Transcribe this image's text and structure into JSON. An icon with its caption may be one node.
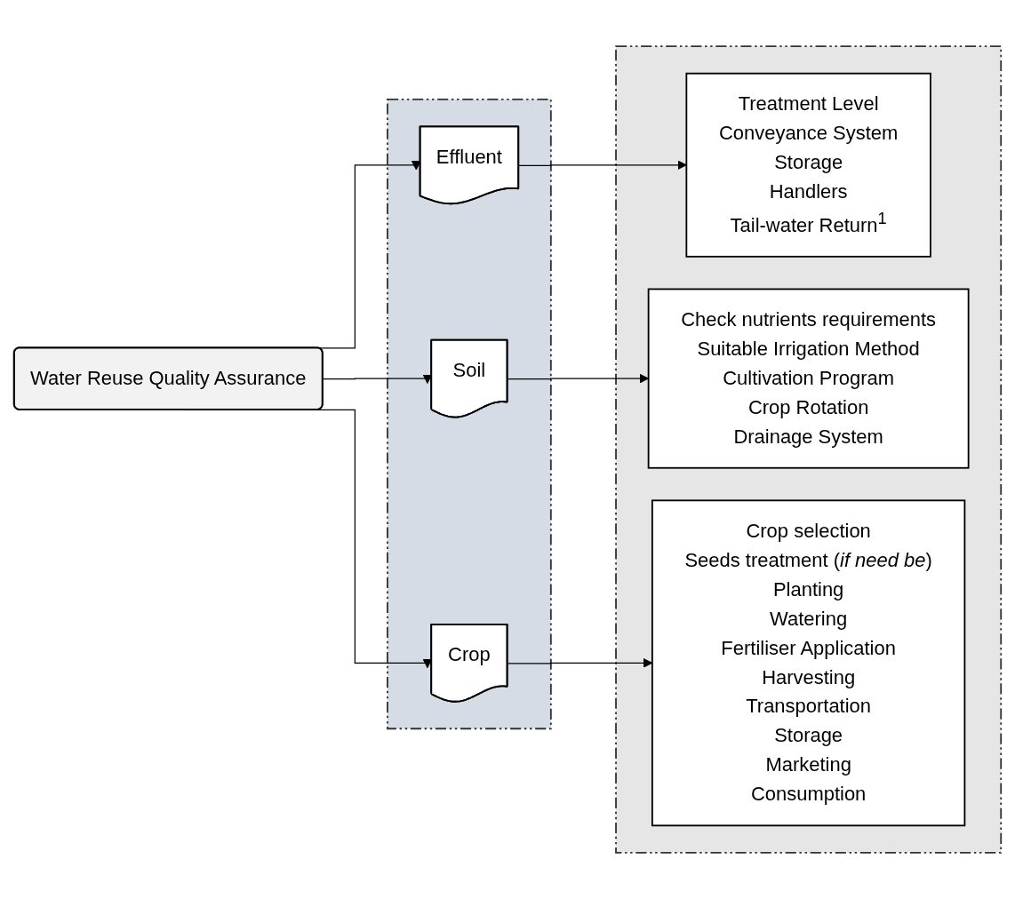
{
  "diagram": {
    "nodes": [
      {
        "text": [
          "Water Reuse Quality Assurance"
        ]
      },
      {
        "text": [],
        "shape": "box"
      },
      {
        "text": [
          "Effluent"
        ],
        "in": 1
      },
      {
        "text": [
          "Soil"
        ],
        "in": 1
      },
      {
        "text": [
          "Crop"
        ],
        "in": 1
      },
      {
        "text": [],
        "shape": "box"
      },
      {
        "text": [
          "Treatment Level",
          "Conveyance System",
          "Storage",
          "Handlers",
          "Tail-water Return$^{1}$"
        ],
        "in": 5
      },
      {
        "text": [
          "Check nutrients requirements",
          "Suitable Irrigation Method",
          "Cultivation Program",
          "Crop Rotation",
          "Drainage System"
        ],
        "in": 5
      },
      {
        "text": [
          "Crop selection",
          "Seeds treatment (*if need be*)",
          "Planting",
          "Watering",
          "Fertiliser Application",
          "Harvesting",
          "Transportation",
          "Storage",
          "Marketing",
          "Consumption"
        ],
        "in": 5
      }
    ],
    "edges": [
      {
        "from": 0,
        "to": 2,
        "arrow": "to"
      },
      {
        "from": 0,
        "to": 3,
        "arrow": "to"
      },
      {
        "from": 0,
        "to": 4,
        "arrow": "to"
      },
      {
        "from": 2,
        "to": 6,
        "arrow": "to"
      },
      {
        "from": 3,
        "to": 7,
        "arrow": "to"
      },
      {
        "from": 4,
        "to": 8,
        "arrow": "to"
      }
    ]
  }
}
